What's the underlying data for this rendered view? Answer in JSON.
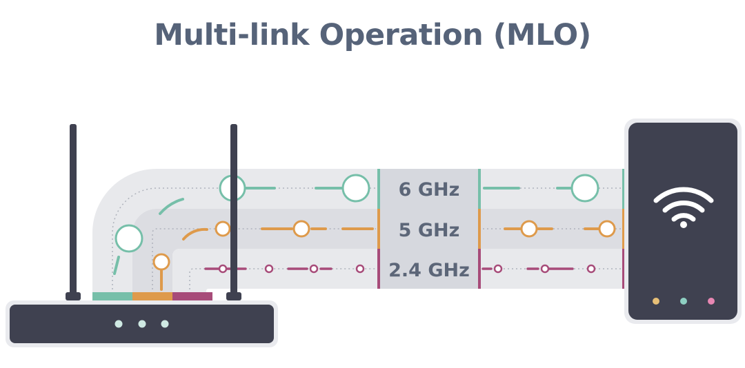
{
  "title": "Multi-link Operation (MLO)",
  "bands": [
    {
      "label": "6 GHz",
      "color": "#76bfa9"
    },
    {
      "label": "5 GHz",
      "color": "#de9a4b"
    },
    {
      "label": "2.4 GHz",
      "color": "#a74b79"
    }
  ],
  "router": {
    "antennas": 2,
    "led_count": 3,
    "led_color": "#cfe9e3"
  },
  "client_device": {
    "icon": "wifi-icon",
    "led_colors": [
      "#e7bf77",
      "#8ecfc2",
      "#e887b3"
    ]
  },
  "colors": {
    "title": "#566379",
    "device_body": "#3f4150",
    "band_bg": "#e8e9ec",
    "band_bg_alt": "#dcdde2"
  }
}
